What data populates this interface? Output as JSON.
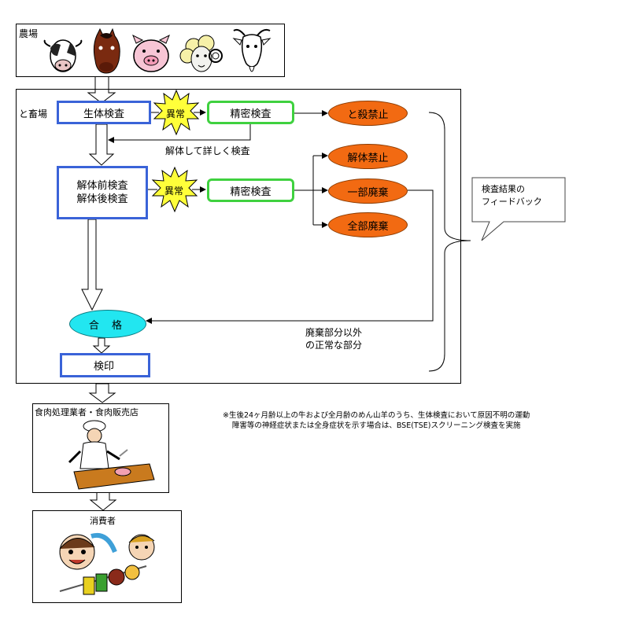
{
  "farm": {
    "label": "農場",
    "animals": [
      "cow-icon",
      "horse-icon",
      "pig-icon",
      "sheep-icon",
      "goat-icon"
    ]
  },
  "slaughterhouse": {
    "label": "と畜場",
    "live_inspection": "生体検査",
    "pre_post_inspection": [
      "解体前検査",
      "解体後検査"
    ],
    "abnormal": "異常",
    "detailed_inspection": "精密検査",
    "dismantle_detail": "解体して詳しく検査",
    "slaughter_ban": "と殺禁止",
    "dismantle_ban": "解体禁止",
    "partial_disposal": "一部廃棄",
    "total_disposal": "全部廃棄",
    "pass": "合 格",
    "stamp": "検印",
    "normal_parts": [
      "廃棄部分以外",
      "の正常な部分"
    ]
  },
  "feedback": [
    "検査結果の",
    "フィードバック"
  ],
  "meat_processor": {
    "label": "食肉処理業者・食肉販売店"
  },
  "consumer": {
    "label": "消費者"
  },
  "note": [
    "※生後24ヶ月齢以上の牛および全月齢のめん山羊のうち、生体検査において原因不明の運動",
    "障害等の神経症状または全身症状を示す場合は、BSE(TSE)スクリーニング検査を実施"
  ],
  "colors": {
    "blue": "#3a63d8",
    "green": "#3fd13f",
    "orange": "#f26a12",
    "cyan": "#22e6f0",
    "burst": "#ffff3a"
  }
}
